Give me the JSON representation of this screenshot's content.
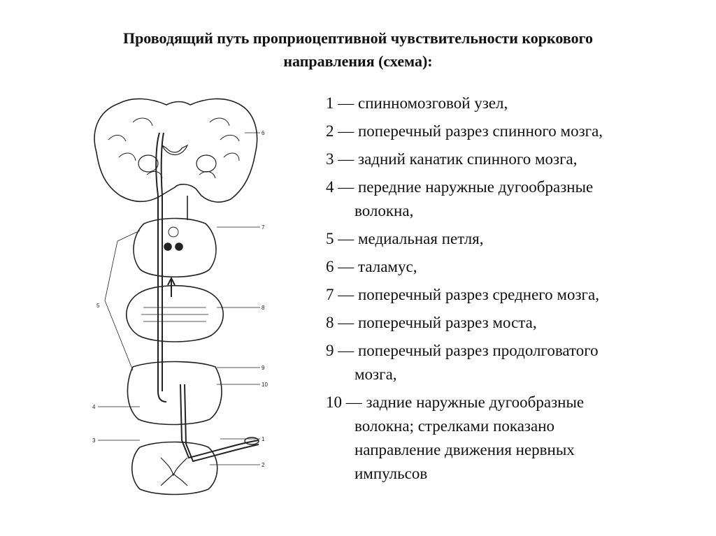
{
  "title": {
    "line1": "Проводящий путь проприоцептивной чувствительности коркового",
    "line2": "направления (схема):"
  },
  "legend": [
    {
      "first": "1 — спинномозговой узел,"
    },
    {
      "first": "2 — поперечный разрез спинного мозга,"
    },
    {
      "first": "3 — задний канатик спинного мозга,"
    },
    {
      "first": "4 — передние наружные дугообразные",
      "rest": [
        "волокна,"
      ]
    },
    {
      "first": "5 — медиальная петля,"
    },
    {
      "first": "6 — таламус,"
    },
    {
      "first": "7 — поперечный разрез среднего мозга,"
    },
    {
      "first": "8 — поперечный разрез моста,"
    },
    {
      "first": "9 — поперечный разрез продолговатого",
      "rest": [
        "мозга,"
      ]
    },
    {
      "first": "10 — задние наружные дугообразные",
      "rest": [
        "волокна; стрелками показано",
        "направление движения нервных",
        "импульсов"
      ]
    }
  ],
  "figure_labels": {
    "thalamus": "6",
    "midbrain": "7",
    "pons": "8",
    "medulla": "9",
    "post_arcuate": "10",
    "ant_arcuate": "4",
    "medial_lemniscus": "5",
    "ganglion": "1",
    "post_funiculus": "3",
    "spinal_cord": "2"
  }
}
